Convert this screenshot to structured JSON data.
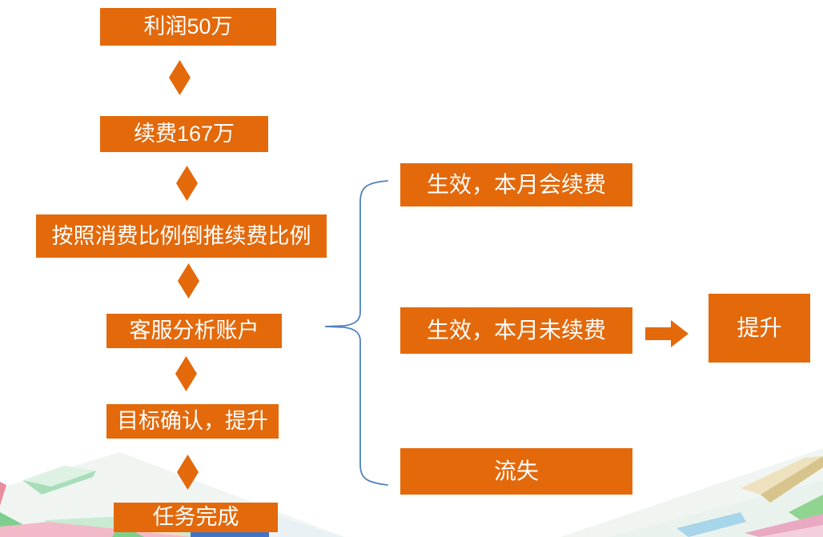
{
  "slide": {
    "colors": {
      "box_fill": "#E3690B",
      "box_text": "#FFFFFF",
      "brace_stroke": "#4F81BD",
      "arrow_fill": "#E3690B",
      "footer_bar": "#4472C4"
    },
    "left_flow": {
      "steps": [
        {
          "label": "利润50万"
        },
        {
          "label": "续费167万"
        },
        {
          "label": "按照消费比例倒推续费比例"
        },
        {
          "label": "客服分析账户"
        },
        {
          "label": "目标确认，提升"
        },
        {
          "label": "任务完成"
        }
      ]
    },
    "branches": {
      "source_step": "客服分析账户",
      "items": [
        {
          "label": "生效，本月会续费"
        },
        {
          "label": "生效，本月未续费"
        },
        {
          "label": "流失"
        }
      ]
    },
    "outcome": {
      "label": "提升",
      "from": "生效，本月未续费"
    }
  }
}
